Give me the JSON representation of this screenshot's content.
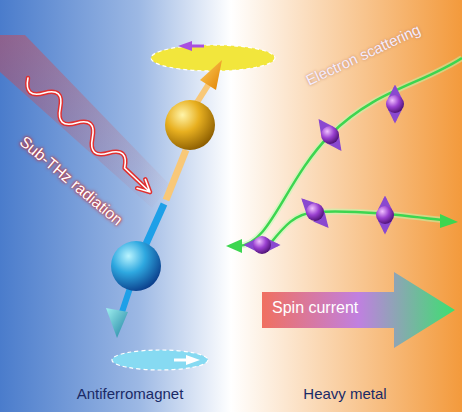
{
  "diagram": {
    "nodes": [
      {
        "text": [
          "Spin current"
        ]
      }
    ],
    "labels": [
      "Sub-THz radiation",
      "Electron scattering",
      "Antiferromagnet",
      "Heavy metal"
    ]
  }
}
